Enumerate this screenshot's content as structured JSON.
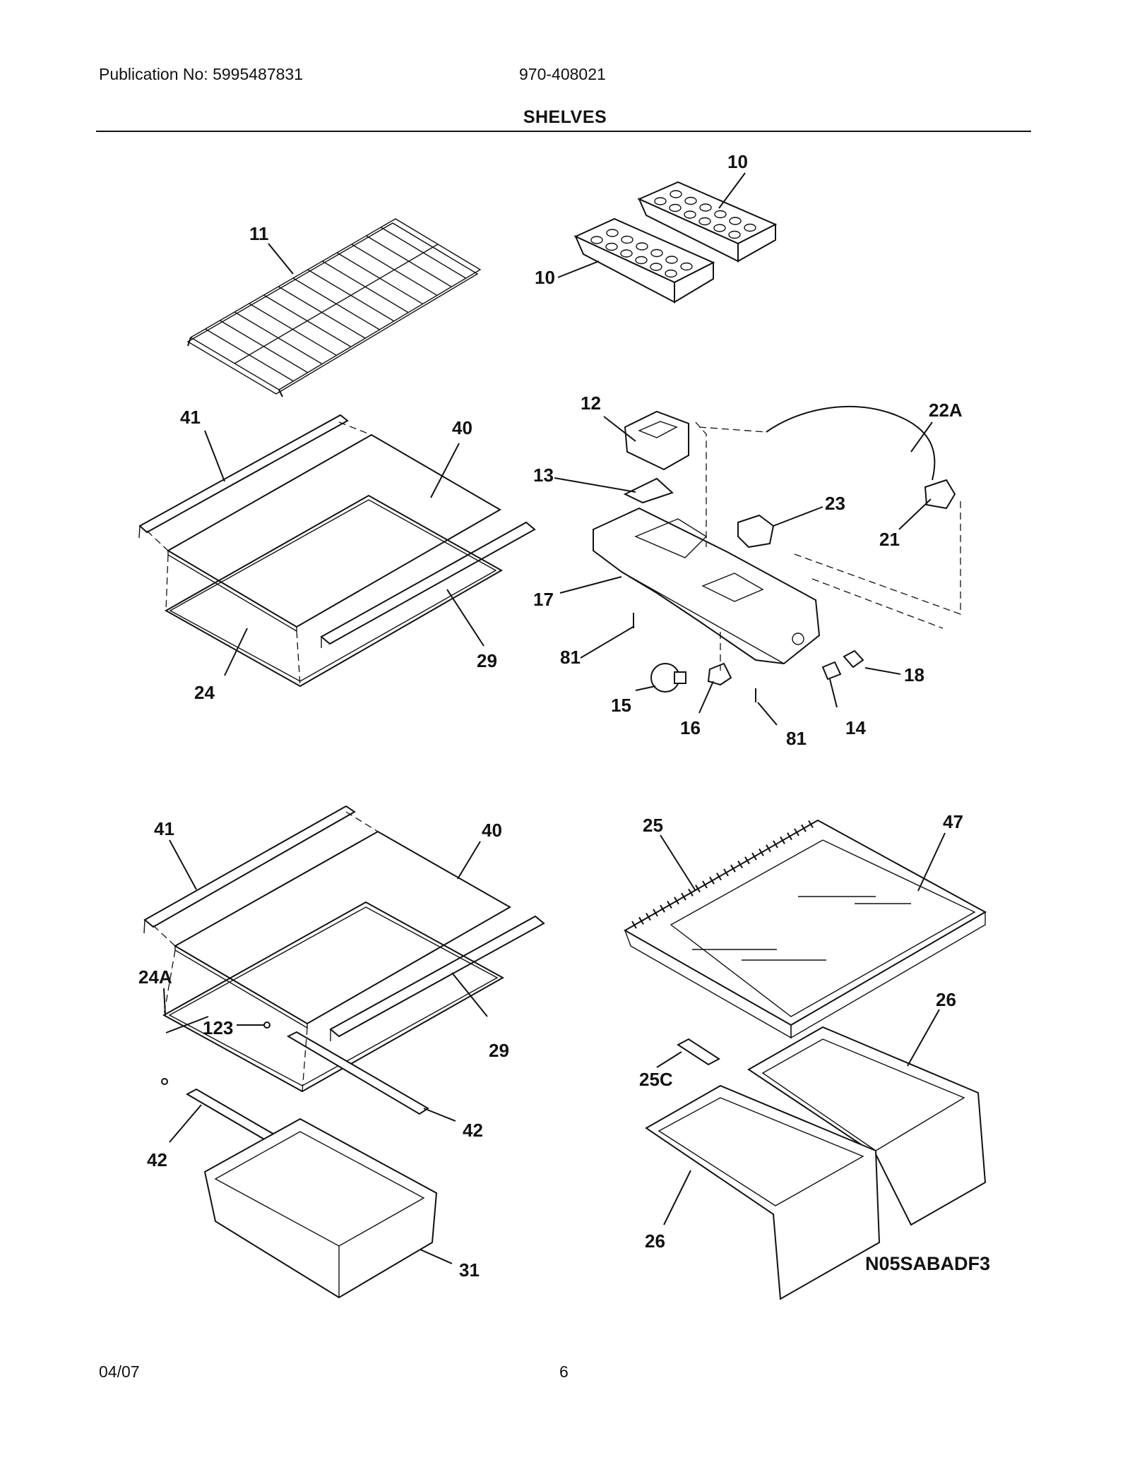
{
  "header": {
    "publication": "Publication No: 5995487831",
    "model": "970-408021",
    "title": "SHELVES"
  },
  "labels": {
    "p11": "11",
    "p10a": "10",
    "p10b": "10",
    "p41a": "41",
    "p40a": "40",
    "p24": "24",
    "p29a": "29",
    "p12": "12",
    "p22A": "22A",
    "p13": "13",
    "p23": "23",
    "p21": "21",
    "p17": "17",
    "p81a": "81",
    "p18": "18",
    "p15": "15",
    "p16": "16",
    "p81b": "81",
    "p14": "14",
    "p41b": "41",
    "p40b": "40",
    "p24A": "24A",
    "p123": "123",
    "p29b": "29",
    "p42a": "42",
    "p42b": "42",
    "p31": "31",
    "p25": "25",
    "p47": "47",
    "p26a": "26",
    "p25C": "25C",
    "p26b": "26"
  },
  "diagram_code": "N05SABADF3",
  "footer": {
    "date": "04/07",
    "page": "6"
  }
}
